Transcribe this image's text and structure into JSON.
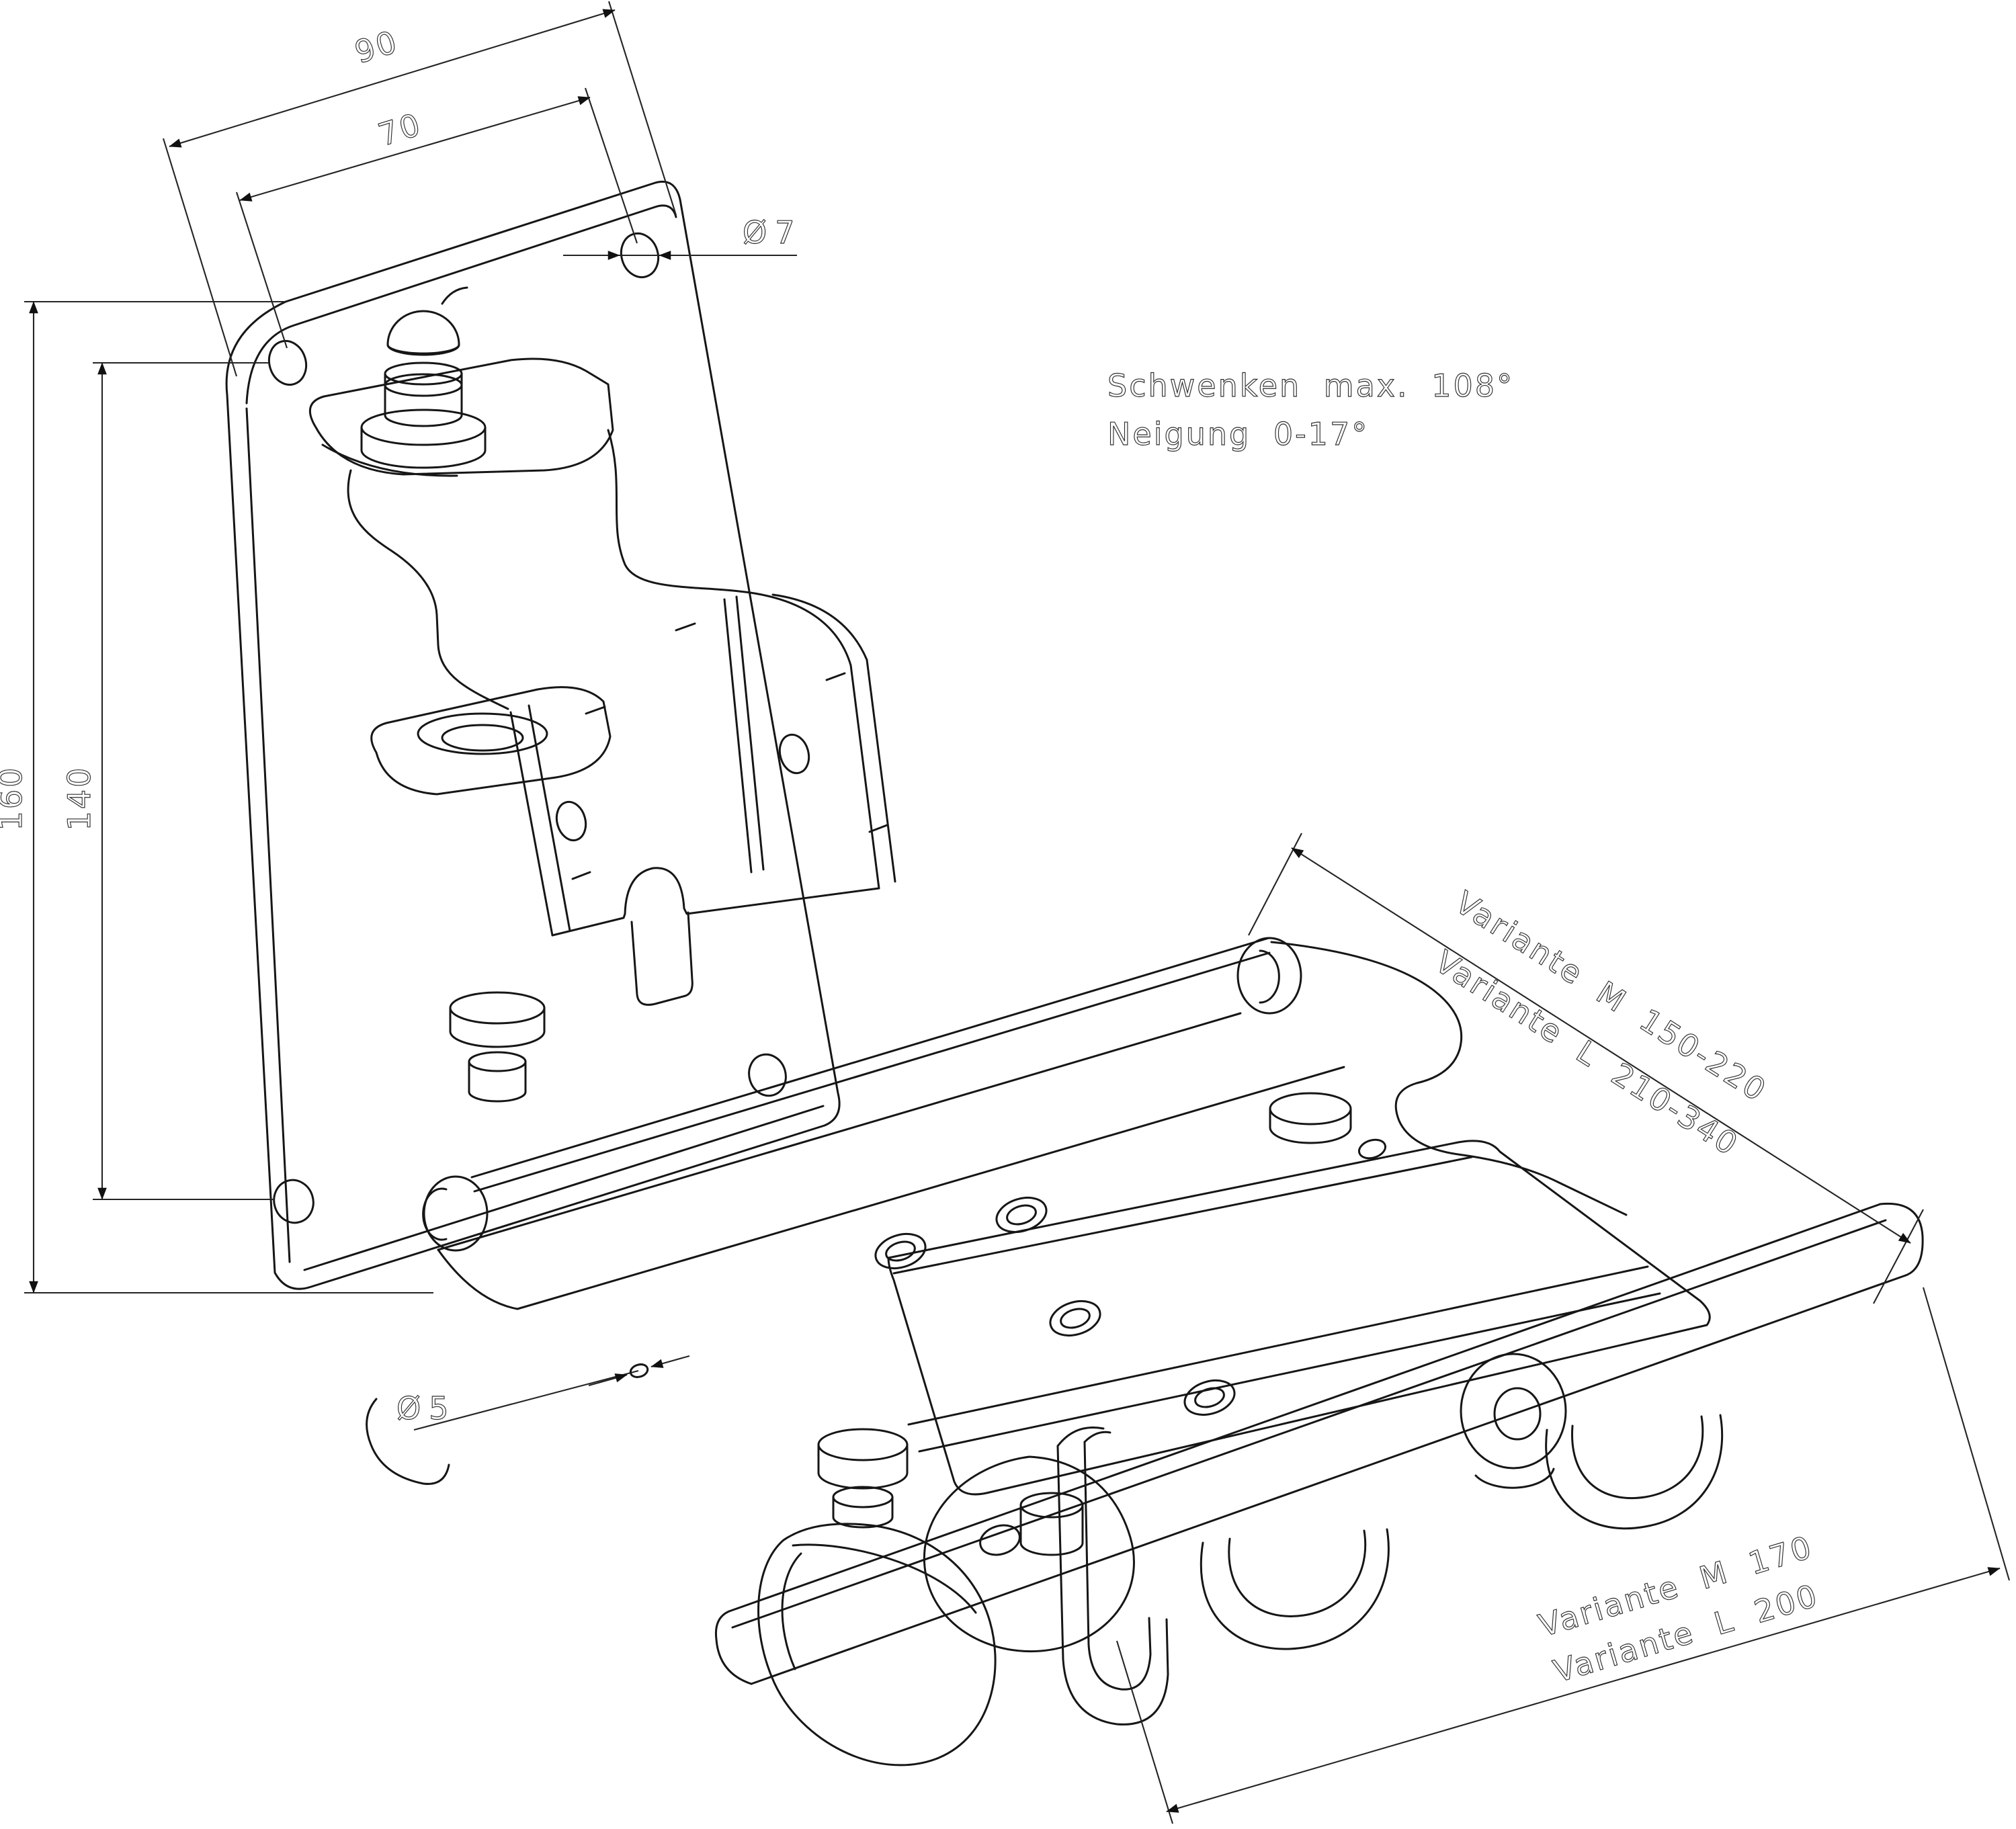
{
  "drawing": {
    "title": "speaker-wall-mount-technical-drawing",
    "notes": {
      "swivel": "Schwenken max. 108°",
      "tilt": "Neigung 0-17°"
    },
    "dims": {
      "plate_width": "90",
      "hole_spacing_h": "70",
      "hole_dia_top": "Ø7",
      "plate_height": "160",
      "hole_spacing_v": "140",
      "hole_dia_small": "Ø5"
    },
    "variants": {
      "depth_m": "Variante M 150-220",
      "depth_l": "Variante L 210-340",
      "width_m": "Variante M 170",
      "width_l": "Variante L 200"
    },
    "colors": {
      "line": "#161616",
      "dimension_line": "#242424",
      "text": "#2e2e2e",
      "background": "#ffffff"
    }
  }
}
